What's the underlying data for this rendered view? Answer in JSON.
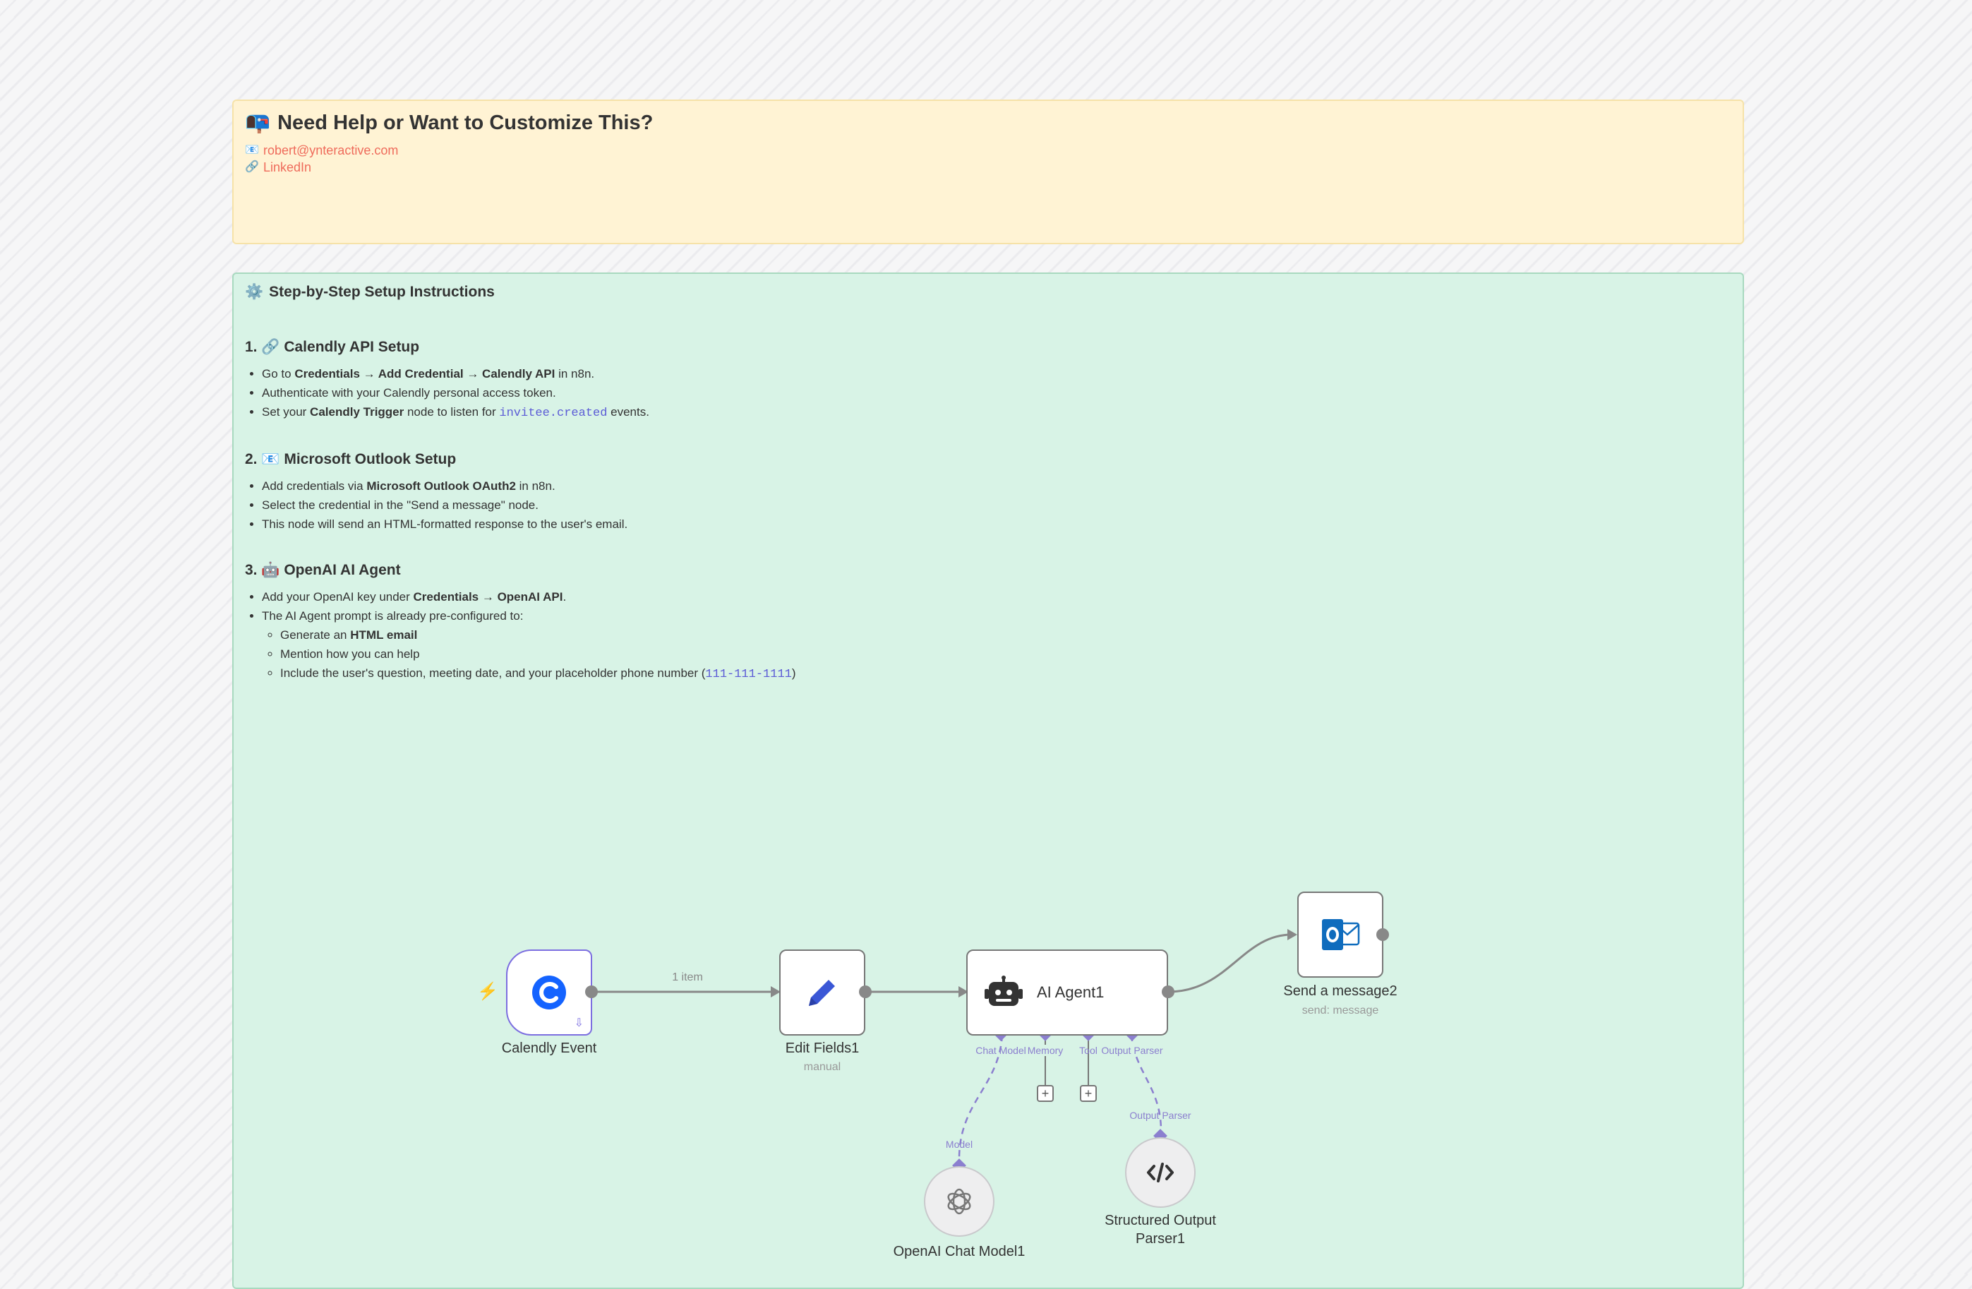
{
  "help_note": {
    "icon": "📭",
    "title": "Need Help or Want to Customize This?",
    "email_icon": "📧",
    "email": "robert@ynteractive.com",
    "link_icon": "🔗",
    "link": "LinkedIn"
  },
  "setup_note": {
    "icon": "⚙️",
    "title": "Step-by-Step Setup Instructions",
    "s1": {
      "title": "1. 🔗 Calendly API Setup",
      "b1": [
        "Go to ",
        "Credentials → Add Credential → Calendly API",
        " in n8n."
      ],
      "b2": "Authenticate with your Calendly personal access token.",
      "b3": [
        "Set your ",
        "Calendly Trigger",
        " node to listen for ",
        "invitee.created",
        " events."
      ]
    },
    "s2": {
      "title": "2. 📧 Microsoft Outlook Setup",
      "b1": [
        "Add credentials via ",
        "Microsoft Outlook OAuth2",
        " in n8n."
      ],
      "b2": "Select the credential in the \"Send a message\" node.",
      "b3": "This node will send an HTML-formatted response to the user's email."
    },
    "s3": {
      "title": "3. 🤖 OpenAI AI Agent",
      "b1": [
        "Add your OpenAI key under ",
        "Credentials → OpenAI API",
        "."
      ],
      "b2": "The AI Agent prompt is already pre-configured to:",
      "sub1": [
        "Generate an ",
        "HTML email"
      ],
      "sub2": "Mention how you can help",
      "sub3": [
        "Include the user's question, meeting date, and your placeholder phone number (",
        "111-111-1111",
        ")"
      ]
    }
  },
  "workflow": {
    "edge_label": "1 item",
    "calendly": {
      "name": "Calendly Event"
    },
    "edit": {
      "name": "Edit Fields1",
      "sub": "manual"
    },
    "agent": {
      "name": "AI Agent1",
      "ports": [
        "Chat Model",
        "Memory",
        "Tool",
        "Output Parser"
      ]
    },
    "outlook": {
      "name": "Send a message2",
      "sub": "send: message"
    },
    "openai": {
      "name": "OpenAI Chat Model1",
      "port": "Model"
    },
    "parser": {
      "name_line1": "Structured Output",
      "name_line2": "Parser1",
      "port": "Output Parser"
    },
    "colors": {
      "trigger_border": "#7c6ee0",
      "calendly_blue": "#1463ff",
      "edit_blue": "#3a57d6",
      "outlook_blue": "#0f6cbd",
      "port_purple": "#8b7fcf"
    }
  }
}
